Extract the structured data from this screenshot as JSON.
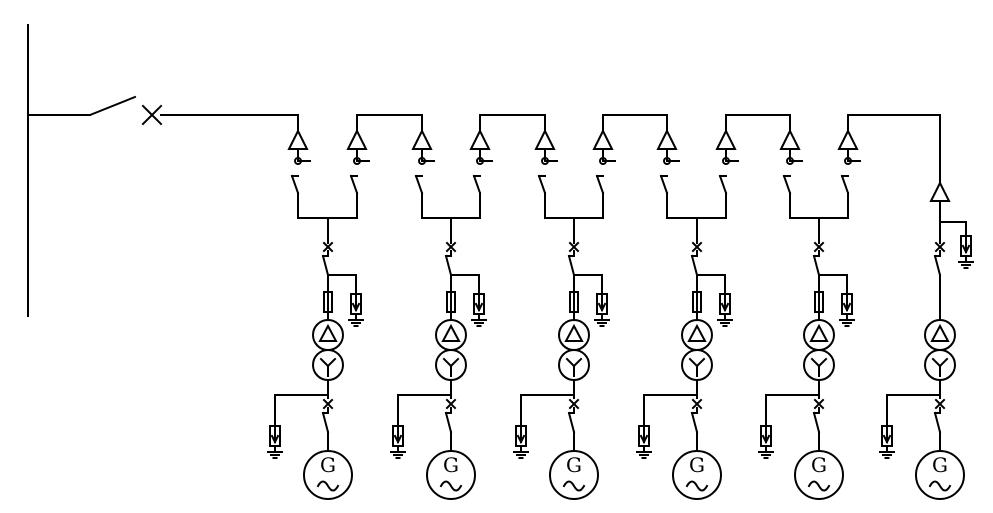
{
  "diagram": {
    "stroke_color": "#000000",
    "background_color": "#ffffff",
    "pair_count": 5,
    "unit_count": 6,
    "generator_label": "G"
  },
  "units": [
    {
      "id": "unit-1",
      "generator_label": "G",
      "has_fuse": true
    },
    {
      "id": "unit-2",
      "generator_label": "G",
      "has_fuse": true
    },
    {
      "id": "unit-3",
      "generator_label": "G",
      "has_fuse": true
    },
    {
      "id": "unit-4",
      "generator_label": "G",
      "has_fuse": true
    },
    {
      "id": "unit-5",
      "generator_label": "G",
      "has_fuse": true
    },
    {
      "id": "unit-6",
      "generator_label": "G",
      "has_fuse": false
    }
  ]
}
